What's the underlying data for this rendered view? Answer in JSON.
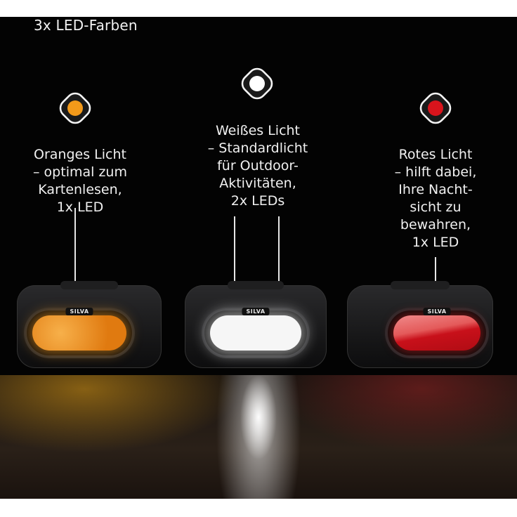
{
  "title": "3x LED-Farben",
  "colors": {
    "orange": "#f39a1a",
    "white": "#ffffff",
    "red": "#d9141c",
    "background": "#030303",
    "text": "#f0f0f0"
  },
  "modes": [
    {
      "name": "orange",
      "icon": "orange-led-dot-icon",
      "label": "Oranges Licht\n– optimal zum\nKartenlesen,\n1x LED",
      "led_count": "1x LED"
    },
    {
      "name": "white",
      "icon": "white-led-dot-icon",
      "label": "Weißes Licht\n– Standardlicht\nfür Outdoor-\nAktivitäten,\n2x LEDs",
      "led_count": "2x LEDs"
    },
    {
      "name": "red",
      "icon": "red-led-dot-icon",
      "label": "Rotes Licht\n– hilft dabei,\nIhre Nacht-\nsicht zu\nbewahren,\n1x LED",
      "led_count": "1x LED"
    }
  ],
  "headlamp": {
    "brand": "SILVA"
  }
}
